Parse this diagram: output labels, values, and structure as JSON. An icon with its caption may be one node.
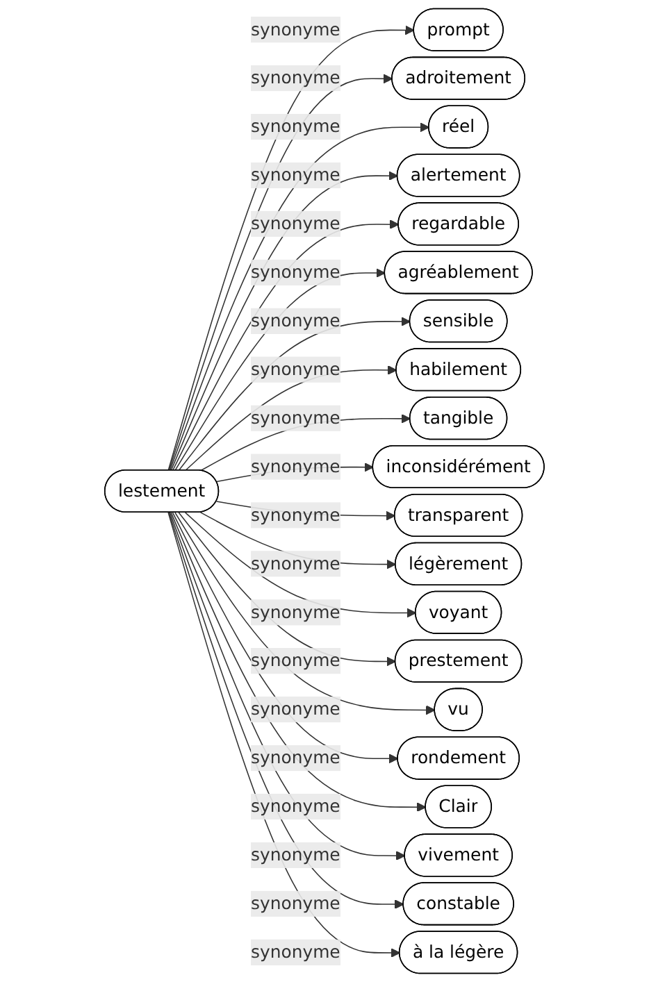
{
  "diagram": {
    "nodes": [
      {
        "text": [
          "lestement"
        ]
      },
      {
        "text": [
          "prompt"
        ]
      },
      {
        "text": [
          "adroitement"
        ]
      },
      {
        "text": [
          "réel"
        ]
      },
      {
        "text": [
          "alertement"
        ]
      },
      {
        "text": [
          "regardable"
        ]
      },
      {
        "text": [
          "agréablement"
        ]
      },
      {
        "text": [
          "sensible"
        ]
      },
      {
        "text": [
          "habilement"
        ]
      },
      {
        "text": [
          "tangible"
        ]
      },
      {
        "text": [
          "inconsidérément"
        ]
      },
      {
        "text": [
          "transparent"
        ]
      },
      {
        "text": [
          "légèrement"
        ]
      },
      {
        "text": [
          "voyant"
        ]
      },
      {
        "text": [
          "prestement"
        ]
      },
      {
        "text": [
          "vu"
        ]
      },
      {
        "text": [
          "rondement"
        ]
      },
      {
        "text": [
          "Clair"
        ]
      },
      {
        "text": [
          "vivement"
        ]
      },
      {
        "text": [
          "constable"
        ]
      },
      {
        "text": [
          "à la légère"
        ]
      }
    ],
    "edges": [
      {
        "from": 0,
        "to": 1,
        "label": "synonyme",
        "arrow": "to"
      },
      {
        "from": 0,
        "to": 2,
        "label": "synonyme",
        "arrow": "to"
      },
      {
        "from": 0,
        "to": 3,
        "label": "synonyme",
        "arrow": "to"
      },
      {
        "from": 0,
        "to": 4,
        "label": "synonyme",
        "arrow": "to"
      },
      {
        "from": 0,
        "to": 5,
        "label": "synonyme",
        "arrow": "to"
      },
      {
        "from": 0,
        "to": 6,
        "label": "synonyme",
        "arrow": "to"
      },
      {
        "from": 0,
        "to": 7,
        "label": "synonyme",
        "arrow": "to"
      },
      {
        "from": 0,
        "to": 8,
        "label": "synonyme",
        "arrow": "to"
      },
      {
        "from": 0,
        "to": 9,
        "label": "synonyme",
        "arrow": "to"
      },
      {
        "from": 0,
        "to": 10,
        "label": "synonyme",
        "arrow": "to"
      },
      {
        "from": 0,
        "to": 11,
        "label": "synonyme",
        "arrow": "to"
      },
      {
        "from": 0,
        "to": 12,
        "label": "synonyme",
        "arrow": "to"
      },
      {
        "from": 0,
        "to": 13,
        "label": "synonyme",
        "arrow": "to"
      },
      {
        "from": 0,
        "to": 14,
        "label": "synonyme",
        "arrow": "to"
      },
      {
        "from": 0,
        "to": 15,
        "label": "synonyme",
        "arrow": "to"
      },
      {
        "from": 0,
        "to": 16,
        "label": "synonyme",
        "arrow": "to"
      },
      {
        "from": 0,
        "to": 17,
        "label": "synonyme",
        "arrow": "to"
      },
      {
        "from": 0,
        "to": 18,
        "label": "synonyme",
        "arrow": "to"
      },
      {
        "from": 0,
        "to": 19,
        "label": "synonyme",
        "arrow": "to"
      },
      {
        "from": 0,
        "to": 20,
        "label": "synonyme",
        "arrow": "to"
      }
    ]
  }
}
